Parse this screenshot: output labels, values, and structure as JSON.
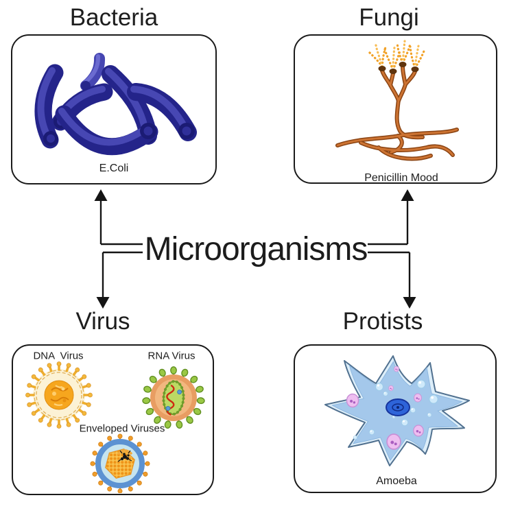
{
  "center": {
    "title": "Microorganisms"
  },
  "boxes": {
    "bacteria": {
      "title": "Bacteria",
      "caption": "E.Coli"
    },
    "fungi": {
      "title": "Fungi",
      "caption": "Penicillin Mood"
    },
    "virus": {
      "title": "Virus",
      "labels": {
        "dna": "DNA  Virus",
        "rna": "RNA Virus",
        "enveloped": "Enveloped Viruses"
      }
    },
    "protists": {
      "title": "Protists",
      "caption": "Amoeba"
    }
  },
  "icons": {
    "bacteria": "ecoli-bacteria-icon",
    "fungi": "penicillium-mold-icon",
    "virus_dna": "dna-virus-icon",
    "virus_rna": "rna-virus-icon",
    "virus_enveloped": "enveloped-virus-icon",
    "protists": "amoeba-icon",
    "connectors": "double-headed-arrow-icon"
  },
  "colors": {
    "background": "#ffffff",
    "line_black": "#141414",
    "text": "#1d1d1d",
    "bacteria_rod_blue": "#24248a",
    "bacteria_highlight_blue": "#4747b3",
    "fungi_stem_brown": "#cd7433",
    "fungi_stem_outline": "#8a4312",
    "spore_orange": "#f1a127",
    "dna_envelope_cream": "#fcf2d5",
    "dna_capsid_orange": "#f6a61e",
    "rna_body_orange": "#e89d62",
    "rna_spike_green": "#9ac845",
    "rna_capsid_green": "#bcd964",
    "rna_strand_red": "#cf2a12",
    "enveloped_ring_blue": "#5c92d2",
    "enveloped_inner_blue": "#c6e4ef",
    "enveloped_capsid_orange": "#f9c24f",
    "amoeba_membrane_blue": "#ddeef9",
    "amoeba_body_blue": "#a4c8eb",
    "nucleus_blue": "#2e64d9",
    "vacuole_pink": "#eebef0"
  }
}
